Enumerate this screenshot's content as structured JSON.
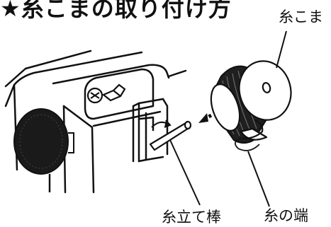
{
  "title": "★糸こまの取り付け方",
  "labels": {
    "spool": "糸こま",
    "spool_pin": "糸立て棒",
    "thread_end": "糸の端"
  }
}
